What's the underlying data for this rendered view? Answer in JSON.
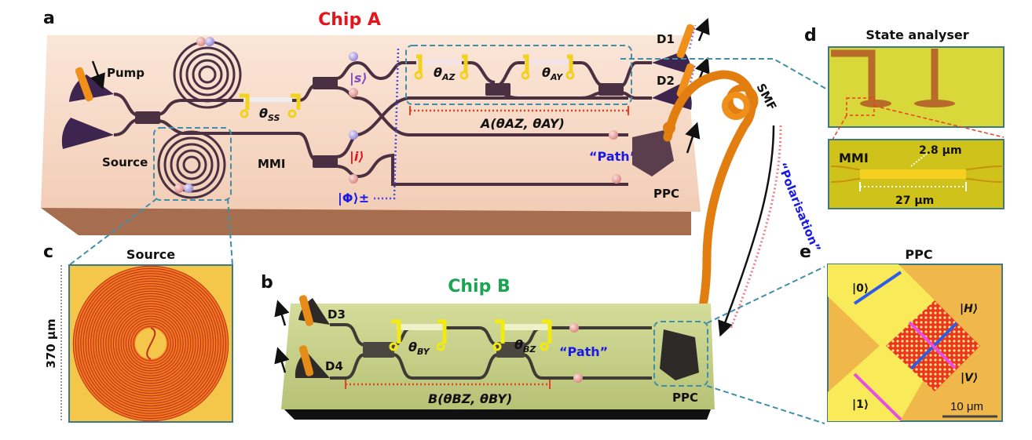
{
  "panels": {
    "a": {
      "letter": "a",
      "title": "Chip A",
      "title_color": "#e8141c"
    },
    "b": {
      "letter": "b",
      "title": "Chip B",
      "title_color": "#1aa552"
    },
    "c": {
      "letter": "c",
      "title": "Source",
      "scale_label": "370 μm"
    },
    "d": {
      "letter": "d",
      "title": "State analyser",
      "inset_label": "MMI",
      "width_label": "2.8 μm",
      "length_label": "27 μm"
    },
    "e": {
      "letter": "e",
      "title": "PPC",
      "state0": "|0⟩",
      "state1": "|1⟩",
      "stateH": "|H⟩",
      "stateV": "|V⟩",
      "scale_label": "10 μm"
    }
  },
  "chipA": {
    "pump": "Pump",
    "source": "Source",
    "mmi": "MMI",
    "theta_ss": "θ",
    "theta_ss_sub": "SS",
    "signal": "|s⟩",
    "idler": "|i⟩",
    "phi": "|Φ⟩±",
    "theta_az": "θ",
    "theta_az_sub": "AZ",
    "theta_ay": "θ",
    "theta_ay_sub": "AY",
    "analyser": "A(θAZ, θAY)",
    "d1": "D1",
    "d2": "D2",
    "path": "“Path”",
    "ppc": "PPC"
  },
  "fiber": {
    "smf": "SMF",
    "polarisation": "“Polarisation”"
  },
  "chipB": {
    "d3": "D3",
    "d4": "D4",
    "theta_by": "θ",
    "theta_by_sub": "BY",
    "theta_bz": "θ",
    "theta_bz_sub": "BZ",
    "path": "“Path”",
    "analyser": "B(θBZ, θBY)",
    "ppc": "PPC"
  },
  "colors": {
    "chipA_surface": "#f6d6c2",
    "chipA_side": "#a66e4f",
    "chipB_surface": "#c6cf8a",
    "waveguide": "#4a3040",
    "heater": "#f2d21c",
    "fiber": "#f0901a",
    "path_blue": "#1a1ae6",
    "signal_purple": "#7a4fc0",
    "idler_red": "#e8141c",
    "teal_dash": "#3e8fa8"
  }
}
